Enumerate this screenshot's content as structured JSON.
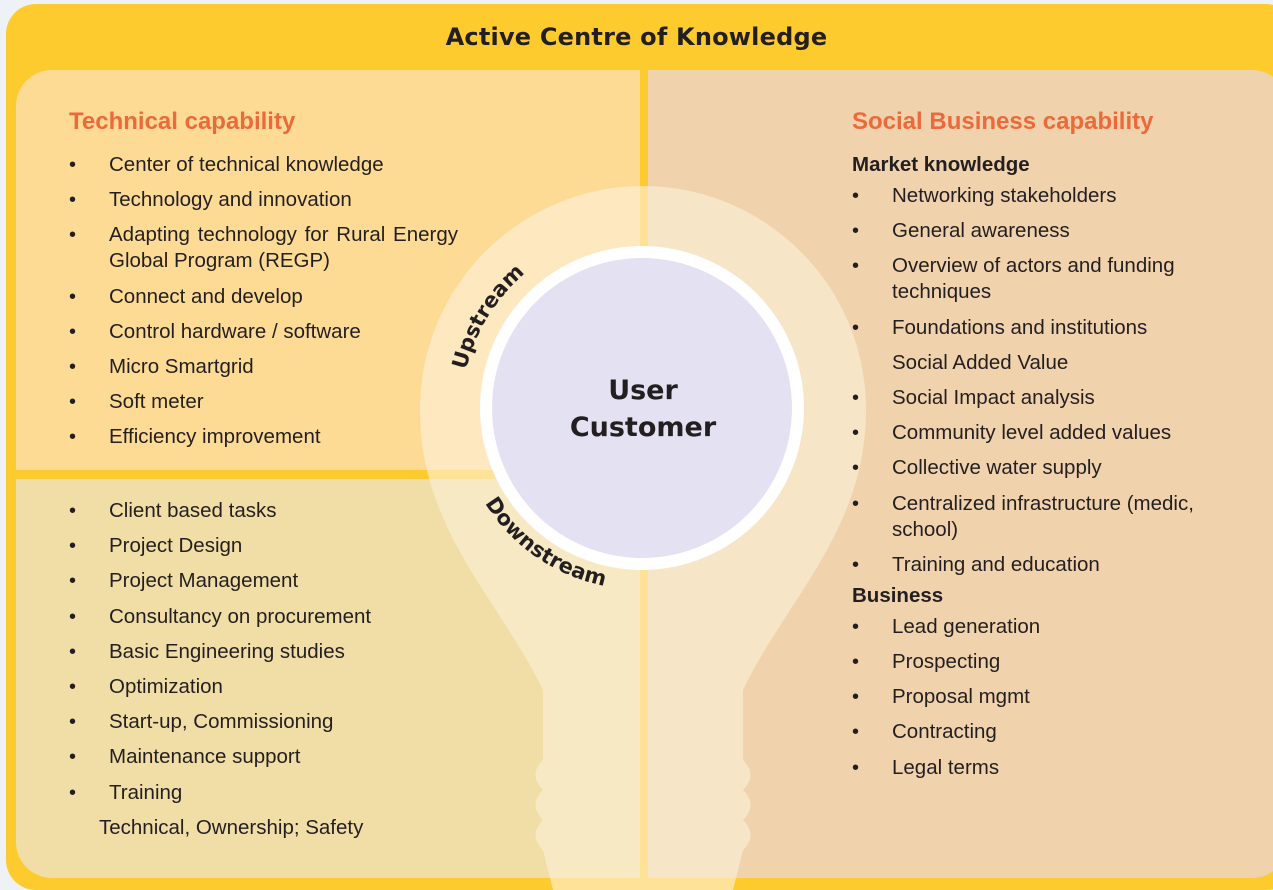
{
  "title": "Active Centre of Knowledge",
  "centre": {
    "line1": "User",
    "line2": "Customer"
  },
  "arcs": {
    "upstream": "Upstream",
    "downstream": "Downstream"
  },
  "technical": {
    "heading": "Technical capability",
    "items": [
      "Center of technical knowledge",
      "Technology and innovation",
      "Adapting technology for Rural Energy Global Program (REGP)",
      "Connect and develop",
      "Control hardware / software",
      "Micro Smartgrid",
      "Soft meter",
      "Efficiency improvement"
    ]
  },
  "downstream_tasks": {
    "items": [
      "Client based tasks",
      "Project Design",
      "Project Management",
      "Consultancy on procurement",
      "Basic Engineering studies",
      "Optimization",
      "Start-up, Commissioning",
      "Maintenance support",
      "Training"
    ],
    "training_note": "Technical, Ownership; Safety"
  },
  "social": {
    "heading": "Social Business capability",
    "market": {
      "subheading": "Market knowledge",
      "items_a": [
        "Networking stakeholders",
        "General awareness",
        "Overview of actors and funding techniques",
        "Foundations and institutions"
      ],
      "note": "Social Added Value",
      "items_b": [
        "Social Impact analysis",
        "Community level added values",
        "Collective water supply",
        "Centralized infrastructure (medic, school)",
        "Training and education"
      ]
    },
    "business": {
      "subheading": "Business",
      "items": [
        "Lead generation",
        "Prospecting",
        "Proposal mgmt",
        "Contracting",
        "Legal terms"
      ]
    }
  },
  "colors": {
    "frame": "#fecb2f",
    "technical_panel": "#fedb95",
    "tasks_panel": "#f1dea6",
    "social_panel": "#f0d2ac",
    "heading_accent": "#ec6a3a",
    "centre_circle": "#e3e1f2"
  }
}
